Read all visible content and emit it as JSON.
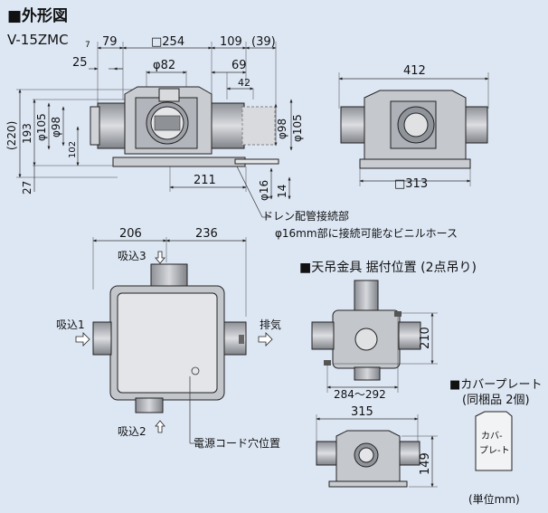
{
  "title": "■外形図",
  "model": "V-15ZMC",
  "model_sub": "7",
  "unit_note": "(単位mm)",
  "front_view": {
    "top_dims": [
      "79",
      "□254",
      "109",
      "(39)"
    ],
    "mid_dims": [
      "25",
      "φ82",
      "69",
      "42"
    ],
    "left_dims": [
      "(220)",
      "193",
      "φ105",
      "φ98",
      "102",
      "27"
    ],
    "right_dims": [
      "φ98",
      "φ105"
    ],
    "bottom_dims": [
      "211",
      "φ16",
      "14"
    ],
    "drain_note_1": "ドレン配管接続部",
    "drain_note_2": "φ16mm部に接続可能なビニルホース"
  },
  "side_view": {
    "width": "412",
    "base": "□313"
  },
  "plan_view": {
    "dims": [
      "206",
      "236"
    ],
    "inlet_3": "吸込3",
    "inlet_1": "吸込1",
    "inlet_2": "吸込2",
    "exhaust": "排気",
    "power_note": "電源コード穴位置"
  },
  "hanger_view": {
    "heading": "■天吊金具 据付位置 (2点吊り)",
    "dim_h": "210",
    "dim_w": "284～292"
  },
  "small_front": {
    "width": "315",
    "height": "149"
  },
  "cover_plate": {
    "heading": "■カバープレート",
    "sub": "(同梱品 2個)",
    "label_1": "カバ-",
    "label_2": "プレ-ト"
  }
}
